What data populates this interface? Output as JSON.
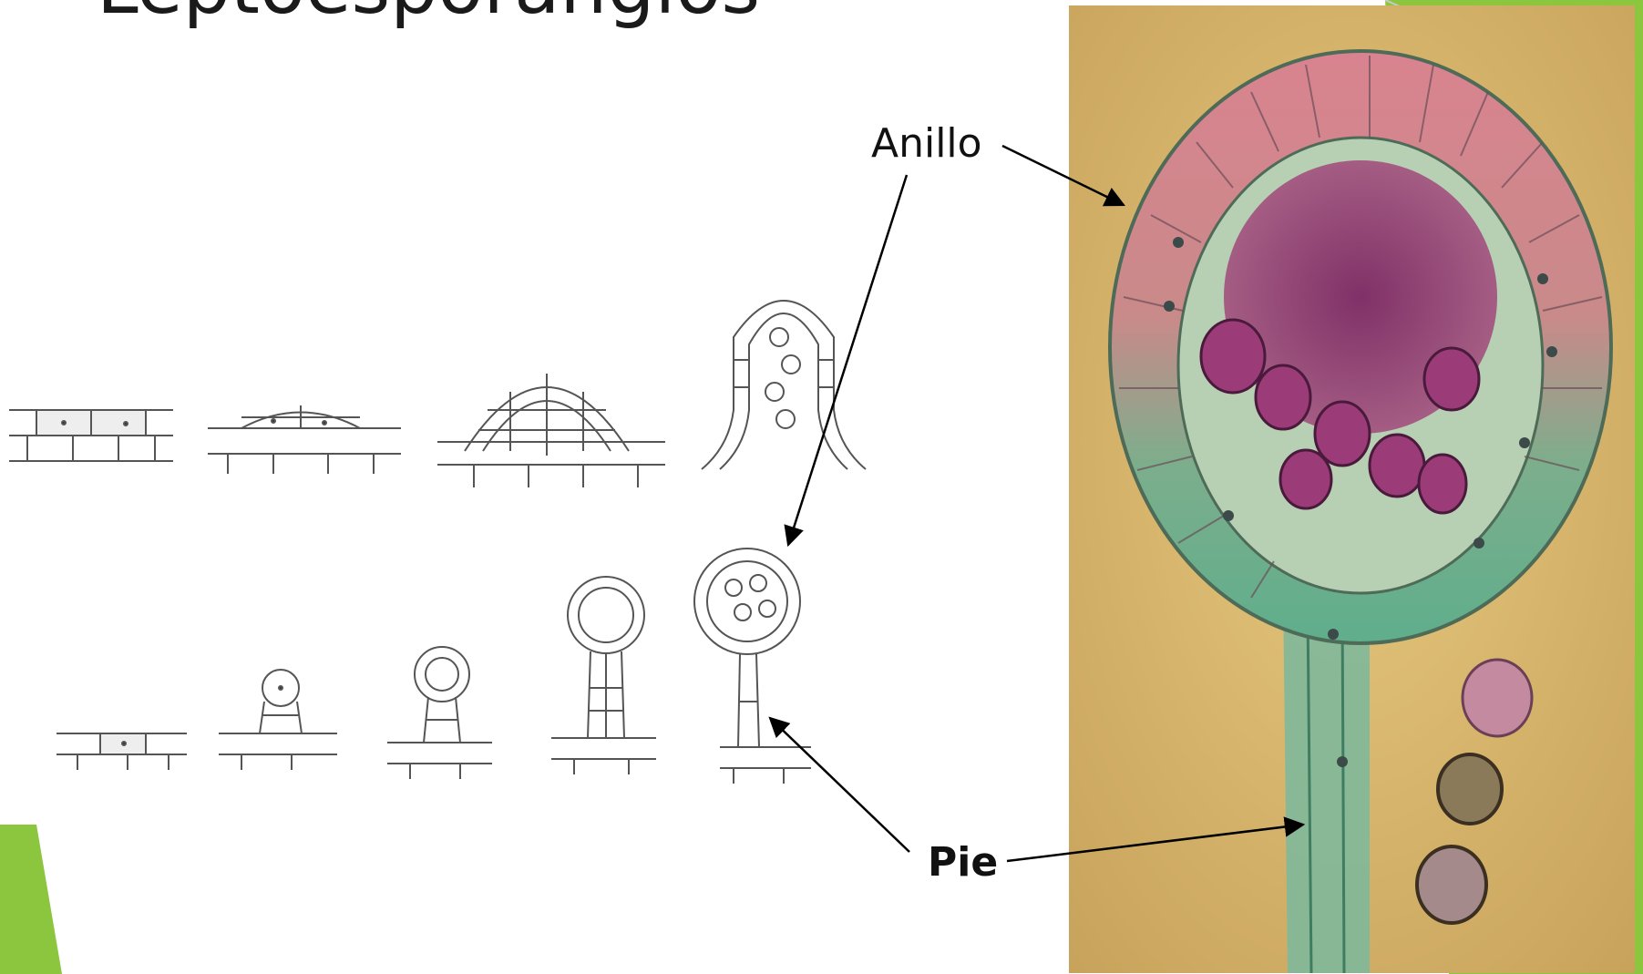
{
  "slide": {
    "title": "Leptoesporangios",
    "colors": {
      "accent": "#8cc63f",
      "photo_background": "#d8b56a",
      "annulus": "#d9838f",
      "stalk": "#5fae8c",
      "spores": "#8a2c6a"
    }
  },
  "labels": {
    "anillo": "Anillo",
    "pie": "Pie"
  }
}
